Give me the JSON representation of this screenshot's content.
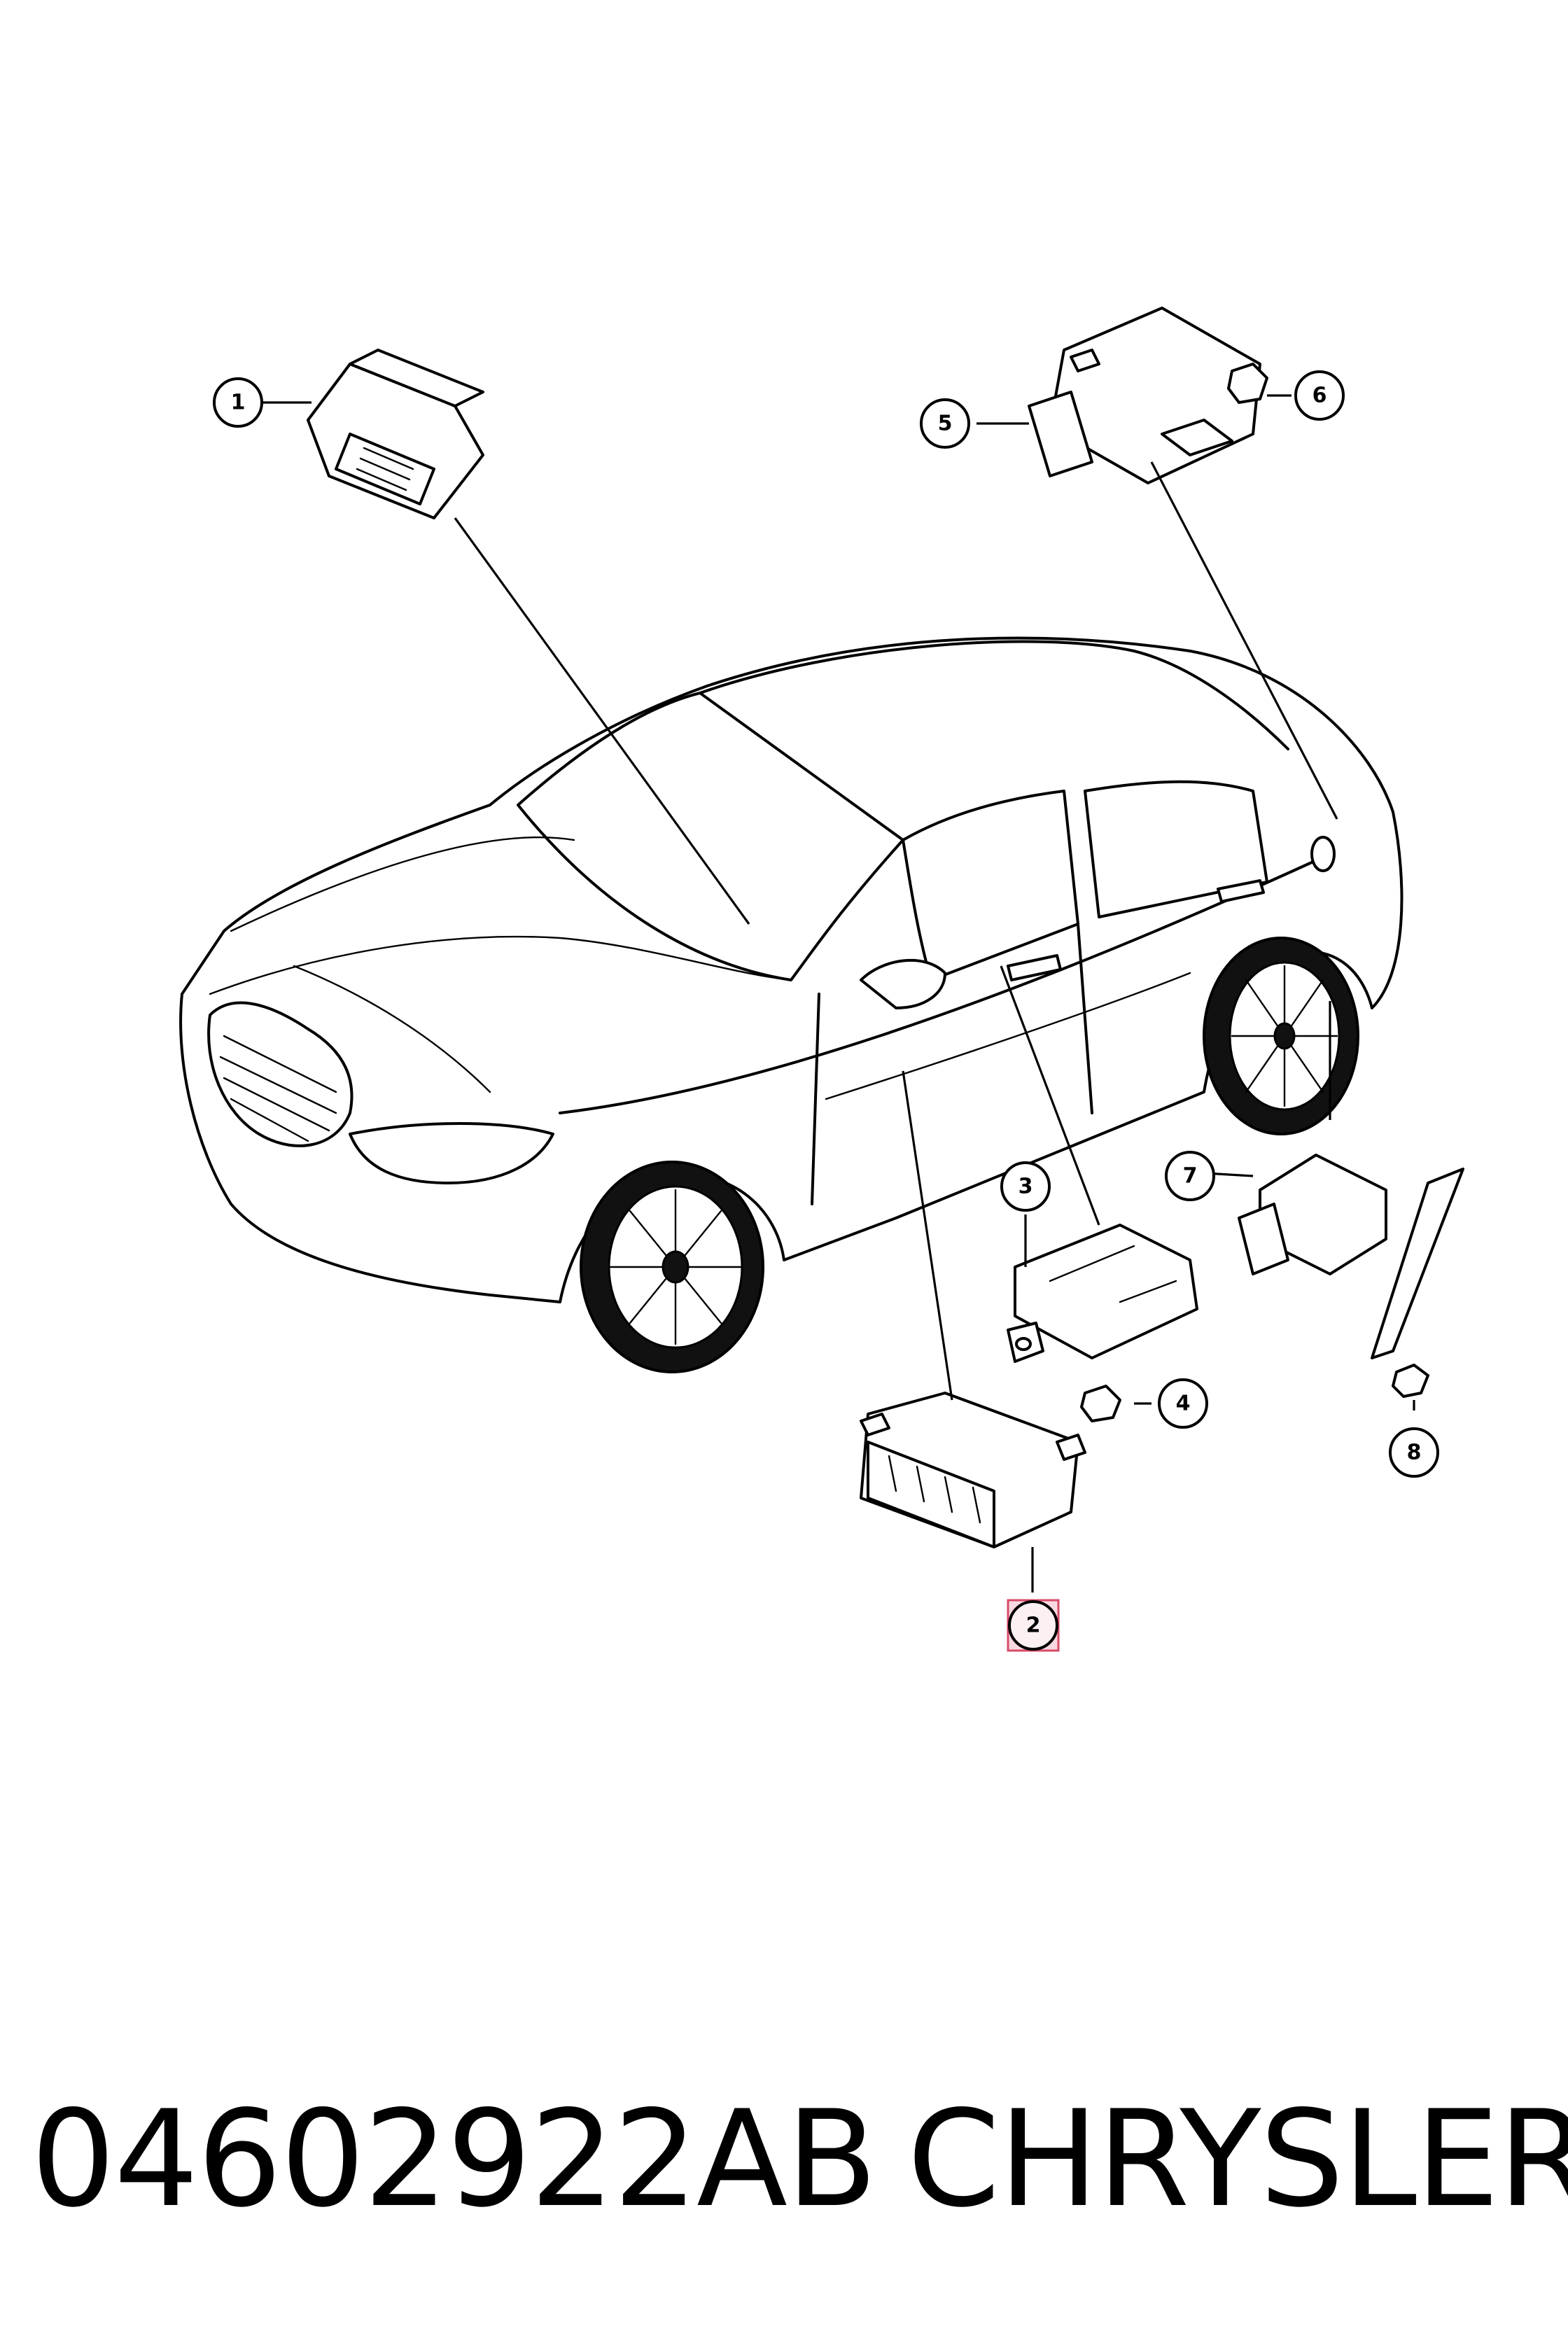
{
  "footer": {
    "part_number": "04602922AB",
    "brand": "CHRYSLER"
  },
  "callouts": [
    {
      "label": "1"
    },
    {
      "label": "2"
    },
    {
      "label": "3"
    },
    {
      "label": "4"
    },
    {
      "label": "5"
    },
    {
      "label": "6"
    },
    {
      "label": "7"
    },
    {
      "label": "8"
    }
  ],
  "highlighted_callout": "2",
  "colors": {
    "ink": "#000000",
    "background": "#ffffff",
    "highlight": "#d94b6a"
  }
}
